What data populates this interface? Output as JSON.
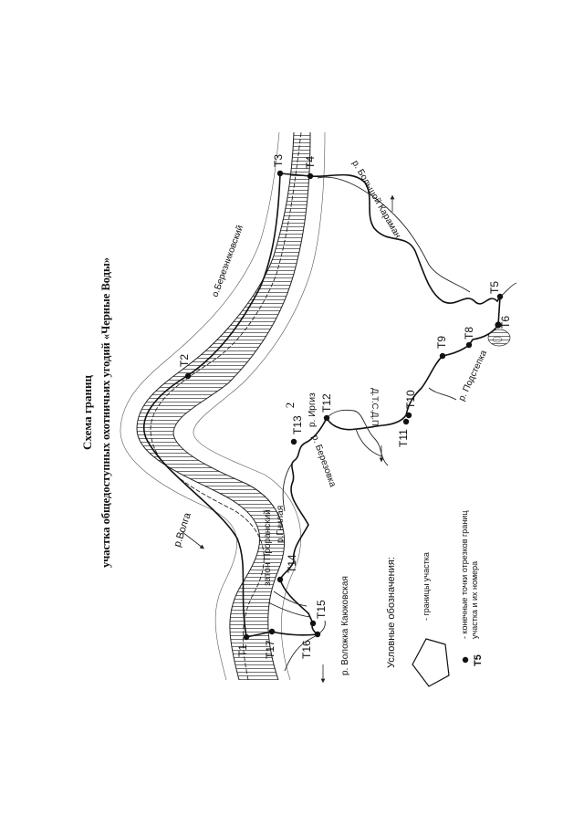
{
  "document": {
    "page_number": "2",
    "title_line1": "Схема границ",
    "title_line2": "участка общедоступных охотничьих угодий «Черные Воды»"
  },
  "map": {
    "places": {
      "volga": "р.Волга",
      "bereznikovsky": "о.Березниковский",
      "bolshoy_karaman": "р. Большой Караман",
      "irgiz": "р. Иргиз",
      "sdt": "Д.Т.С.Д.П.",
      "berezovka": "р. Березовка",
      "gnilaya": "р.Гнилая",
      "zaton": "затон Проранский",
      "podstepka": "р. Подстепка",
      "volozhka": "р. Воложка Каюковская"
    },
    "points": {
      "t1": "Т1",
      "t2": "Т2",
      "t3": "Т3",
      "t4": "Т4",
      "t5": "Т5",
      "t6": "Т6",
      "t8": "Т8",
      "t9": "Т9",
      "t10": "Т10",
      "t11": "Т11",
      "t12": "Т12",
      "t13": "Т13",
      "t14": "Т14",
      "t15": "Т15",
      "t16": "Т16",
      "t17": "Т17"
    }
  },
  "legend": {
    "title": "Условные обозначения:",
    "boundary_label": "- границы участка",
    "point_label_line1": "- конечные точки отрезков границ",
    "point_label_line2": "участка и их номера",
    "point_sample": "Т5"
  }
}
